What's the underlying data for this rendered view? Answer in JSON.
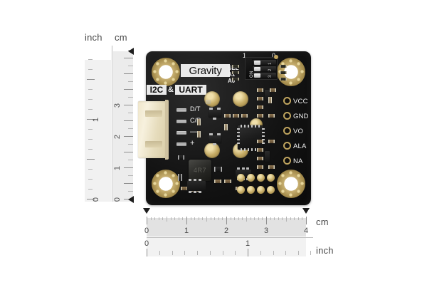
{
  "page": {
    "background": "#ffffff",
    "subject": "Gravity I2C & UART sensor breakout board with dimension rulers"
  },
  "vertical_ruler": {
    "name": "vertical-ruler",
    "inch_header": "inch",
    "cm_header": "cm",
    "cm_labels": [
      "0",
      "1",
      "2",
      "3"
    ],
    "inch_labels": [
      "0",
      "1"
    ],
    "marker_top": "◀",
    "marker_bottom": "◀",
    "band_color": "#ececec",
    "tick_color": "#8e8e8e"
  },
  "horizontal_ruler": {
    "name": "horizontal-ruler",
    "cm_header": "cm",
    "inch_header": "inch",
    "cm_labels": [
      "0",
      "1",
      "2",
      "3",
      "4"
    ],
    "inch_labels": [
      "0",
      "1"
    ],
    "marker_left": "▼",
    "marker_right": "▼",
    "band_color": "#e2e2e2",
    "tick_color": "#8e8e8e"
  },
  "board": {
    "name": "pcb-board",
    "solder_mask_color": "#131313",
    "gold_color": "#c0a55f",
    "brand_label": "Gravity",
    "interface_label_a": "I2C",
    "interface_label_amp": "&",
    "interface_label_b": "UART",
    "dip_switch": {
      "name": "dip-switch",
      "on_label": "ON",
      "state_high": "1",
      "state_low": "0",
      "positions": [
        "1",
        "2",
        "3"
      ],
      "row_labels": [
        "SEL",
        "A1",
        "A0"
      ]
    },
    "connector": {
      "name": "jst-connector",
      "color": "#efe6cb",
      "pin_labels": [
        "D/T",
        "C/R",
        "—",
        "+"
      ]
    },
    "pad_header": {
      "name": "right-pad-header",
      "pads": [
        "VCC",
        "GND",
        "VO",
        "ALA",
        "NA"
      ]
    },
    "inductor_marking": "4R7",
    "mounting_holes": 4
  }
}
